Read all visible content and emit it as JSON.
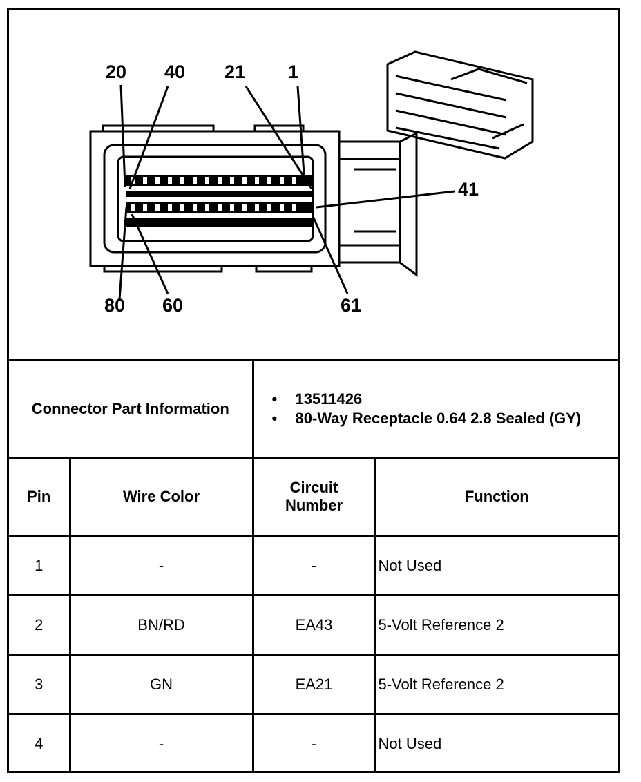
{
  "diagram": {
    "pin_labels": {
      "p20": "20",
      "p40": "40",
      "p21": "21",
      "p1": "1",
      "p41": "41",
      "p80": "80",
      "p60": "60",
      "p61": "61"
    }
  },
  "part_info": {
    "label": "Connector Part Information",
    "items": [
      "13511426",
      "80-Way Receptacle 0.64 2.8 Sealed (GY)"
    ]
  },
  "table": {
    "headers": {
      "pin": "Pin",
      "wire_color": "Wire Color",
      "circuit": "Circuit Number",
      "function": "Function"
    },
    "rows": [
      {
        "pin": "1",
        "wire_color": "-",
        "circuit": "-",
        "function": "Not Used"
      },
      {
        "pin": "2",
        "wire_color": "BN/RD",
        "circuit": "EA43",
        "function": "5-Volt Reference 2"
      },
      {
        "pin": "3",
        "wire_color": "GN",
        "circuit": "EA21",
        "function": "5-Volt Reference 2"
      },
      {
        "pin": "4",
        "wire_color": "-",
        "circuit": "-",
        "function": "Not Used"
      }
    ]
  }
}
